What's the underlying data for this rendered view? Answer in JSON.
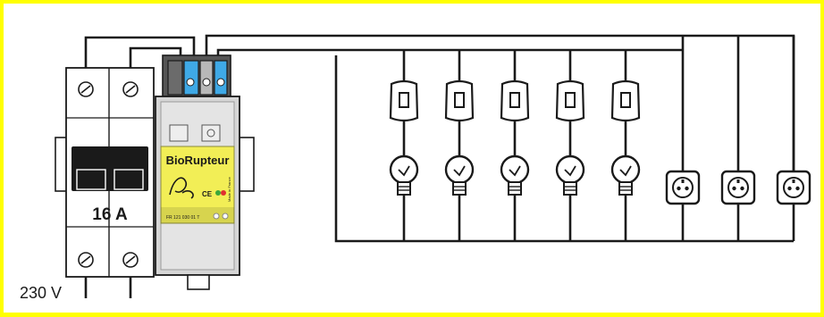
{
  "breaker": {
    "rating": "16 A"
  },
  "device": {
    "brand": "BioRupteur",
    "ce_mark": "CE",
    "side_text": "Made in France",
    "ref_text": "FR 121 030 01 T"
  },
  "supply": {
    "voltage": "230 V"
  },
  "loads": {
    "switched_lamps": 5,
    "sockets": 3
  },
  "colors": {
    "frame": "#ffff00",
    "wire": "#1a1a1a",
    "terminal_blue": "#3fa9e6",
    "terminal_gray": "#b8b8b8",
    "device_label": "#f2ee56",
    "device_body": "#d6d6d6",
    "breaker_body": "#ffffff"
  }
}
